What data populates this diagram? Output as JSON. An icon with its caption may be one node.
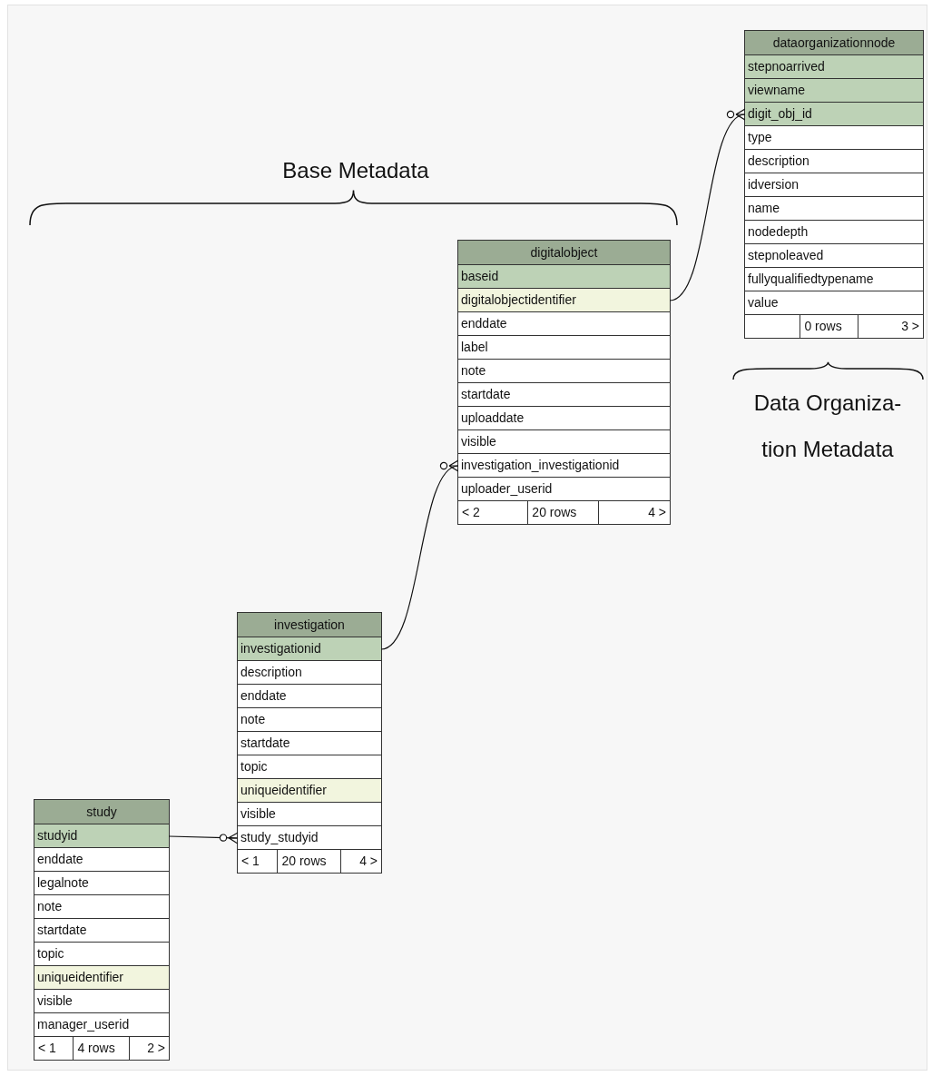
{
  "diagram": {
    "nodes": [
      {
        "text": [
          "dataorganizationnode"
        ]
      },
      {
        "text": [
          "stepnoarrived"
        ],
        "in": 0
      },
      {
        "text": [
          "viewname"
        ],
        "in": 0
      },
      {
        "text": [
          "digit_obj_id"
        ],
        "in": 0
      },
      {
        "text": [
          "type"
        ],
        "in": 0
      },
      {
        "text": [
          "description"
        ],
        "in": 0
      },
      {
        "text": [
          "idversion"
        ],
        "in": 0
      },
      {
        "text": [
          "name"
        ],
        "in": 0
      },
      {
        "text": [
          "nodedepth"
        ],
        "in": 0
      },
      {
        "text": [
          "stepnoleaved"
        ],
        "in": 0
      },
      {
        "text": [
          "fullyqualifiedtypename"
        ],
        "in": 0
      },
      {
        "text": [
          "value"
        ],
        "in": 0
      },
      {
        "text": [],
        "shape": "box",
        "in": 0
      },
      {
        "text": [
          "0 rows"
        ],
        "in": 0
      },
      {
        "text": [
          "3 >"
        ],
        "in": 0
      },
      {
        "text": [
          "digitalobject"
        ]
      },
      {
        "text": [
          "baseid"
        ],
        "in": 15
      },
      {
        "text": [
          "digitalobjectidentifier"
        ],
        "in": 15
      },
      {
        "text": [
          "enddate"
        ],
        "in": 15
      },
      {
        "text": [
          "label"
        ],
        "in": 15
      },
      {
        "text": [
          "note"
        ],
        "in": 15
      },
      {
        "text": [
          "startdate"
        ],
        "in": 15
      },
      {
        "text": [
          "uploaddate"
        ],
        "in": 15
      },
      {
        "text": [
          "visible"
        ],
        "in": 15
      },
      {
        "text": [
          "investigation_investigationid"
        ],
        "in": 15
      },
      {
        "text": [
          "uploader_userid"
        ],
        "in": 15
      },
      {
        "text": [
          "< 2"
        ],
        "in": 15
      },
      {
        "text": [
          "20 rows"
        ],
        "in": 15
      },
      {
        "text": [
          "4 >"
        ],
        "in": 15
      },
      {
        "text": [
          "investigation"
        ]
      },
      {
        "text": [
          "investigationid"
        ],
        "in": 29
      },
      {
        "text": [
          "description"
        ],
        "in": 29
      },
      {
        "text": [
          "enddate"
        ],
        "in": 29
      },
      {
        "text": [
          "note"
        ],
        "in": 29
      },
      {
        "text": [
          "startdate"
        ],
        "in": 29
      },
      {
        "text": [
          "topic"
        ],
        "in": 29
      },
      {
        "text": [
          "uniqueidentifier"
        ],
        "in": 29
      },
      {
        "text": [
          "visible"
        ],
        "in": 29
      },
      {
        "text": [
          "study_studyid"
        ],
        "in": 29
      },
      {
        "text": [
          "< 1"
        ],
        "in": 29
      },
      {
        "text": [
          "20 rows"
        ],
        "in": 29
      },
      {
        "text": [
          "4 >"
        ],
        "in": 29
      },
      {
        "text": [
          "study"
        ]
      },
      {
        "text": [
          "studyid"
        ],
        "in": 42
      },
      {
        "text": [
          "enddate"
        ],
        "in": 42
      },
      {
        "text": [
          "legalnote"
        ],
        "in": 42
      },
      {
        "text": [
          "note"
        ],
        "in": 42
      },
      {
        "text": [
          "startdate"
        ],
        "in": 42
      },
      {
        "text": [
          "topic"
        ],
        "in": 42
      },
      {
        "text": [
          "uniqueidentifier"
        ],
        "in": 42
      },
      {
        "text": [
          "visible"
        ],
        "in": 42
      },
      {
        "text": [
          "manager_userid"
        ],
        "in": 42
      },
      {
        "text": [
          "< 1"
        ],
        "in": 42
      },
      {
        "text": [
          "4 rows"
        ],
        "in": 42
      },
      {
        "text": [
          "2 >"
        ],
        "in": 42
      }
    ],
    "edges": [
      {
        "from": 43,
        "to": 38,
        "arrow": "other"
      },
      {
        "from": 30,
        "to": 24,
        "arrow": "other"
      },
      {
        "from": 17,
        "to": 3,
        "arrow": "other"
      }
    ],
    "labels": [
      "Base Metadata",
      "Data Organiza- tion Metadata"
    ]
  }
}
